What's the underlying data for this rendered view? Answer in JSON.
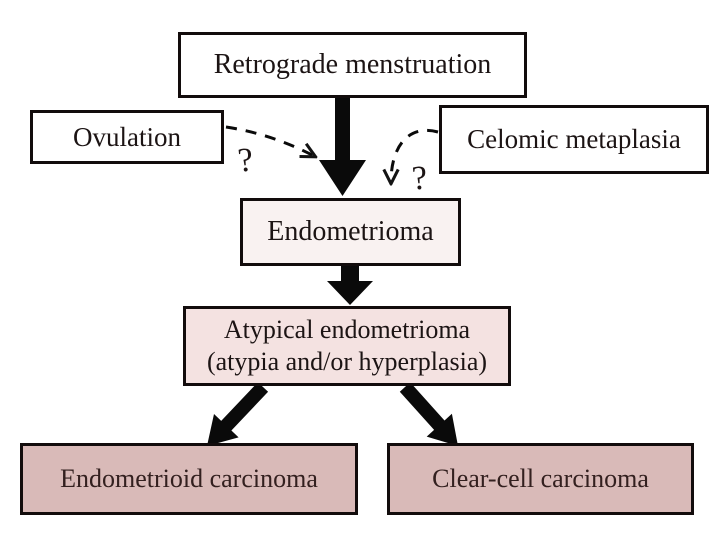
{
  "diagram": {
    "nodes": {
      "retrograde": {
        "label": "Retrograde menstruation"
      },
      "ovulation": {
        "label": "Ovulation"
      },
      "celomic": {
        "label": "Celomic metaplasia"
      },
      "endometrioma": {
        "label": "Endometrioma"
      },
      "atypical": {
        "line1": "Atypical endometrioma",
        "line2": "(atypia and/or hyperplasia)"
      },
      "endometrioid": {
        "label": "Endometrioid carcinoma"
      },
      "clearcell": {
        "label": "Clear-cell carcinoma"
      }
    },
    "marks": {
      "left_question": "?",
      "right_question": "?"
    },
    "edges": [
      {
        "from": "retrograde",
        "to": "endometrioma",
        "style": "solid-thick"
      },
      {
        "from": "ovulation",
        "to": "endometrioma",
        "style": "dashed",
        "annotation": "?"
      },
      {
        "from": "celomic",
        "to": "endometrioma",
        "style": "dashed",
        "annotation": "?"
      },
      {
        "from": "endometrioma",
        "to": "atypical",
        "style": "solid-thick"
      },
      {
        "from": "atypical",
        "to": "endometrioid",
        "style": "solid-thick"
      },
      {
        "from": "atypical",
        "to": "clearcell",
        "style": "solid-thick"
      }
    ],
    "colors": {
      "background": "#ffffff",
      "box_white": "#ffffff",
      "box_faint_pink": "#f9f2f1",
      "box_light_pink": "#f4e2e1",
      "box_dusty_pink": "#d9bab8",
      "border_black": "#120c0c",
      "arrow_black": "#0a0a0a",
      "text_dark": "#1c1414",
      "text_maroon": "#33201f"
    }
  }
}
